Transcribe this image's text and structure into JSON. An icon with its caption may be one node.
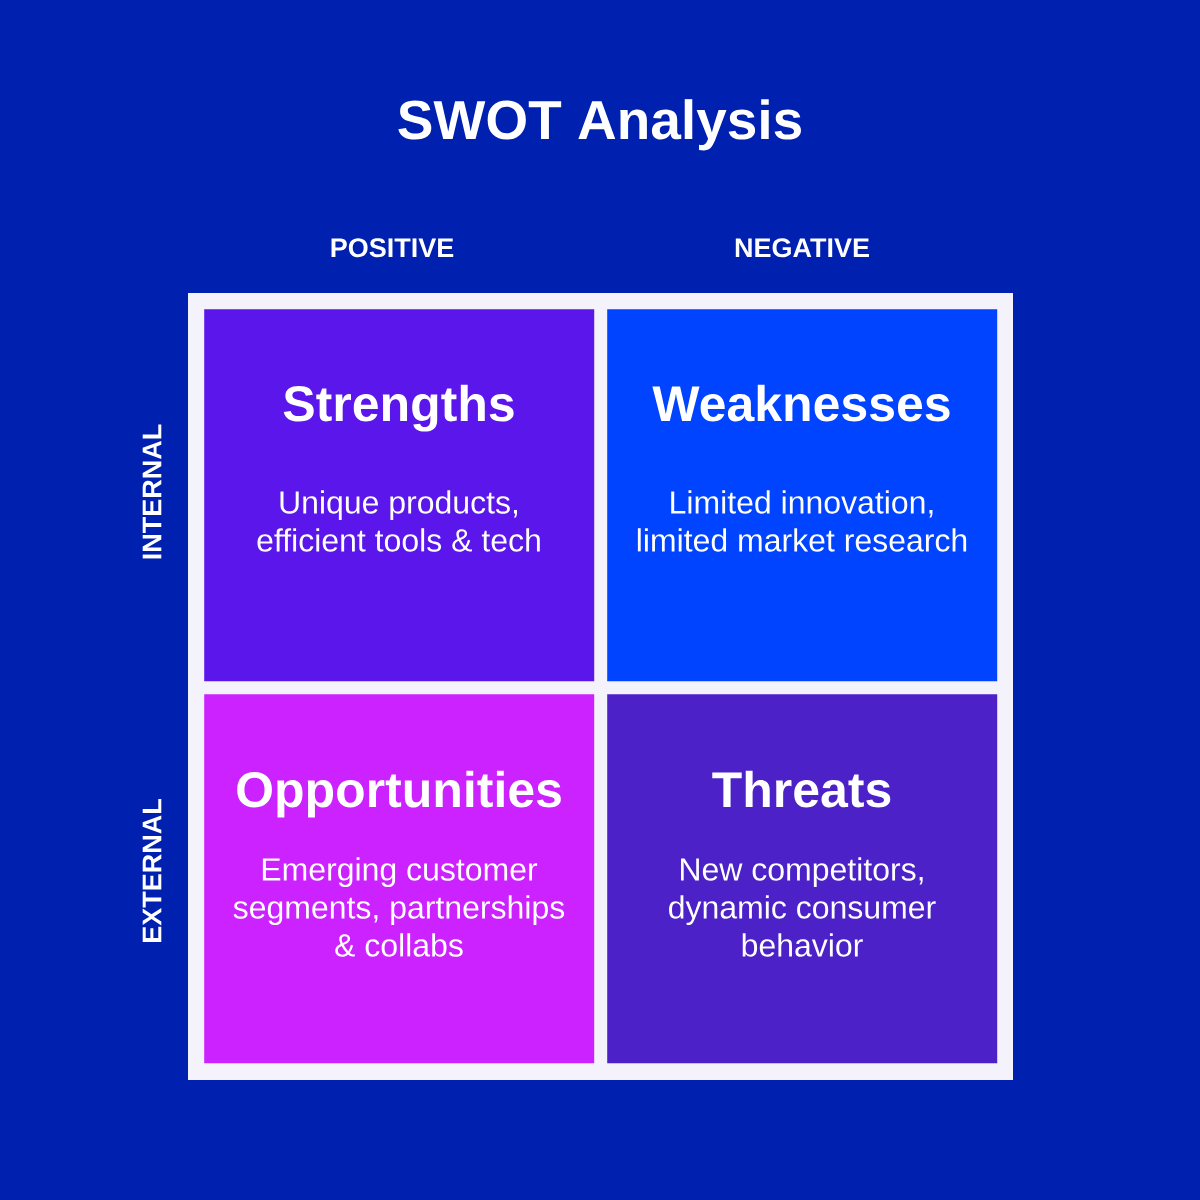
{
  "diagram": {
    "title": "SWOT Analysis",
    "nodes": [
      {
        "text": [
          "Strengths",
          "Unique products, efficient tools & tech"
        ]
      },
      {
        "text": [
          "Weaknesses",
          "Limited innovation, limited market research"
        ]
      },
      {
        "text": [
          "Opportunities",
          "Emerging customer segments, partnerships & collabs"
        ]
      },
      {
        "text": [
          "Threats",
          "New competitors, dynamic consumer behavior"
        ]
      }
    ],
    "labels": [
      "POSITIVE",
      "NEGATIVE",
      "INTERNAL",
      "EXTERNAL"
    ]
  }
}
